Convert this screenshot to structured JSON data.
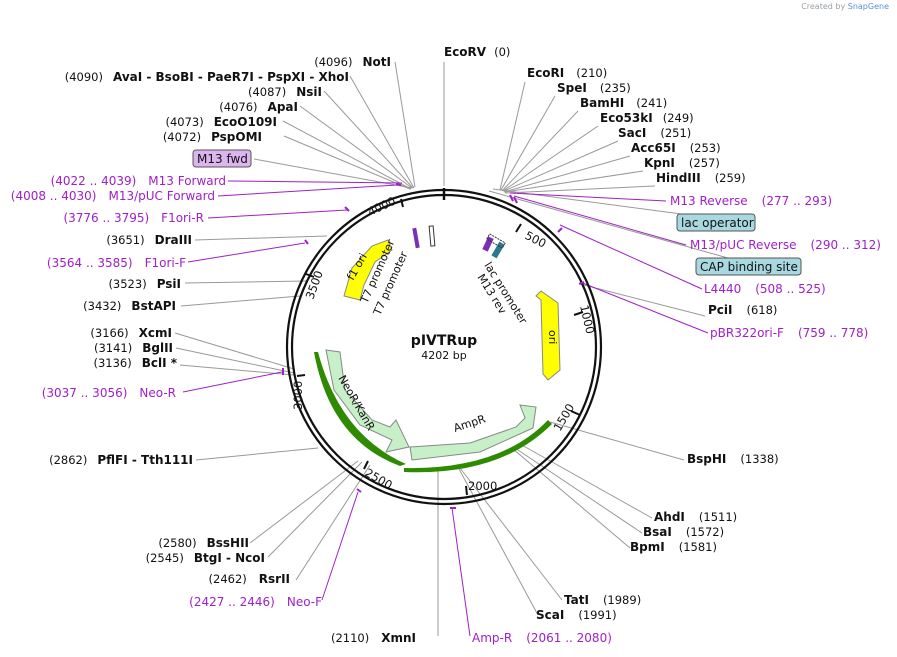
{
  "credit": {
    "prefix": "Created by",
    "brand": "SnapGene"
  },
  "plasmid": {
    "name": "pIVTRup",
    "size_label": "4202 bp",
    "length": 4202
  },
  "ticks": [
    "500",
    "1000",
    "1500",
    "2000",
    "2500",
    "3000",
    "3500",
    "4000"
  ],
  "sites": [
    {
      "name": "EcoRV",
      "pos": "(0)",
      "layout": "top"
    },
    {
      "name": "EcoRI",
      "pos": "(210)"
    },
    {
      "name": "SpeI",
      "pos": "(235)"
    },
    {
      "name": "BamHI",
      "pos": "(241)"
    },
    {
      "name": "Eco53kI",
      "pos": "(249)"
    },
    {
      "name": "SacI",
      "pos": "(251)"
    },
    {
      "name": "Acc65I",
      "pos": "(253)"
    },
    {
      "name": "KpnI",
      "pos": "(257)"
    },
    {
      "name": "HindIII",
      "pos": "(259)"
    },
    {
      "name": "PciI",
      "pos": "(618)"
    },
    {
      "name": "BspHI",
      "pos": "(1338)"
    },
    {
      "name": "AhdI",
      "pos": "(1511)"
    },
    {
      "name": "BsaI",
      "pos": "(1572)"
    },
    {
      "name": "BpmI",
      "pos": "(1581)"
    },
    {
      "name": "TatI",
      "pos": "(1989)"
    },
    {
      "name": "ScaI",
      "pos": "(1991)"
    },
    {
      "name": "XmnI",
      "pos": "(2110)"
    },
    {
      "name": "RsrII",
      "pos": "(2462)"
    },
    {
      "name": "BtgI - NcoI",
      "pos": "(2545)"
    },
    {
      "name": "BssHII",
      "pos": "(2580)"
    },
    {
      "name": "PflFI - Tth111I",
      "pos": "(2862)"
    },
    {
      "name": "BclI *",
      "pos": "(3136)"
    },
    {
      "name": "BglII",
      "pos": "(3141)"
    },
    {
      "name": "XcmI",
      "pos": "(3166)"
    },
    {
      "name": "BstAPI",
      "pos": "(3432)"
    },
    {
      "name": "PsiI",
      "pos": "(3523)"
    },
    {
      "name": "DraIII",
      "pos": "(3651)"
    },
    {
      "name": "PspOMI",
      "pos": "(4072)"
    },
    {
      "name": "EcoO109I",
      "pos": "(4073)"
    },
    {
      "name": "ApaI",
      "pos": "(4076)"
    },
    {
      "name": "NsiI",
      "pos": "(4087)"
    },
    {
      "name": "AvaI - BsoBI - PaeR7I - PspXI - XhoI",
      "pos": "(4090)"
    },
    {
      "name": "NotI",
      "pos": "(4096)"
    }
  ],
  "primers": [
    {
      "name": "M13 Reverse",
      "range": "(277 .. 293)"
    },
    {
      "name": "M13/pUC Reverse",
      "range": "(290 .. 312)"
    },
    {
      "name": "L4440",
      "range": "(508 .. 525)"
    },
    {
      "name": "pBR322ori-F",
      "range": "(759 .. 778)"
    },
    {
      "name": "Amp-R",
      "range": "(2061 .. 2080)"
    },
    {
      "name": "Neo-F",
      "range": "(2427 .. 2446)"
    },
    {
      "name": "Neo-R",
      "range": "(3037 .. 3056)"
    },
    {
      "name": "F1ori-F",
      "range": "(3564 .. 3585)"
    },
    {
      "name": "F1ori-R",
      "range": "(3776 .. 3795)"
    },
    {
      "name": "M13/pUC Forward",
      "range": "(4008 .. 4030)"
    },
    {
      "name": "M13 Forward",
      "range": "(4022 .. 4039)"
    }
  ],
  "boxes": [
    {
      "name": "lac operator"
    },
    {
      "name": "CAP binding site"
    },
    {
      "name": "M13 fwd"
    }
  ],
  "features": [
    {
      "name": "AmpR"
    },
    {
      "name": "NeoR/KanR"
    },
    {
      "name": "ori"
    },
    {
      "name": "f1 ori"
    },
    {
      "name": "T7 promoter"
    },
    {
      "name": "T7 promoter"
    },
    {
      "name": "lac promoter"
    },
    {
      "name": "M13 rev"
    }
  ],
  "colors": {
    "primer": "#a020c8",
    "box_blue": "#a8d8e0",
    "box_purple": "#dcb4f0",
    "yellow": "#ffff00",
    "green": "#c8f0c8",
    "dark_green": "#2e8b00"
  }
}
